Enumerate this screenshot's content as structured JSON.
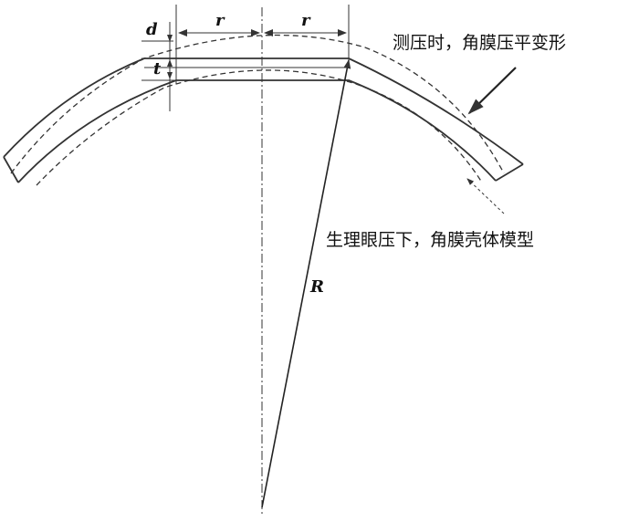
{
  "labels": {
    "d": "d",
    "r_left": "r",
    "r_right": "r",
    "t": "t",
    "R": "R",
    "flattened": "测压时，角膜压平变形",
    "shell_model": "生理眼压下，角膜壳体模型"
  }
}
